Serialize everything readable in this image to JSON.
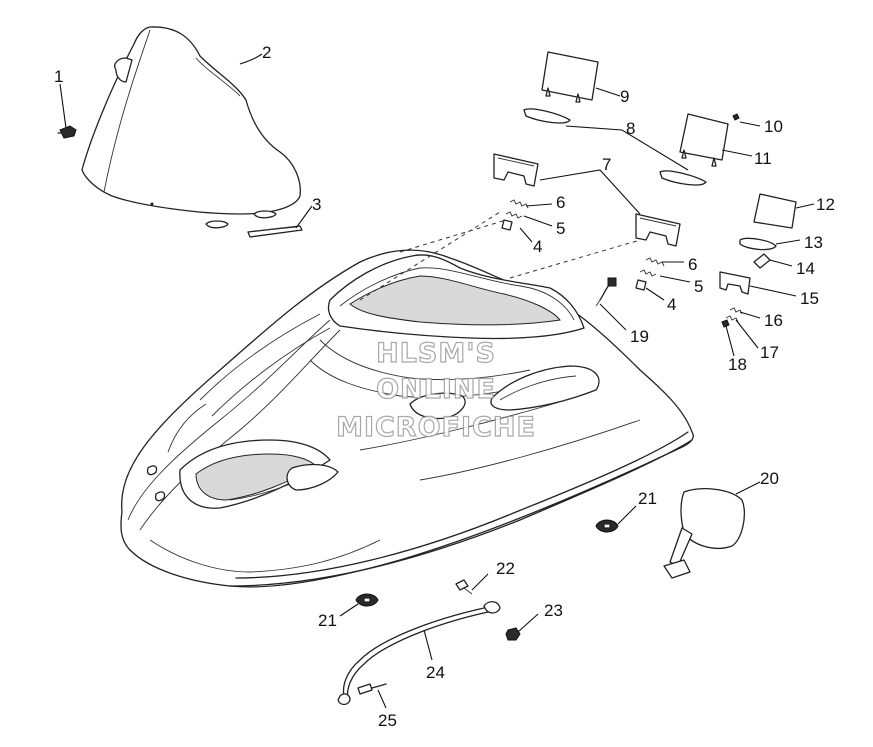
{
  "watermark": {
    "line1": "HLSM'S",
    "line2": "ONLINE",
    "line3": "MICROFICHE"
  },
  "callouts": [
    {
      "id": "c1",
      "text": "1"
    },
    {
      "id": "c2",
      "text": "2"
    },
    {
      "id": "c3",
      "text": "3"
    },
    {
      "id": "c4a",
      "text": "4"
    },
    {
      "id": "c4b",
      "text": "4"
    },
    {
      "id": "c5a",
      "text": "5"
    },
    {
      "id": "c5b",
      "text": "5"
    },
    {
      "id": "c6a",
      "text": "6"
    },
    {
      "id": "c6b",
      "text": "6"
    },
    {
      "id": "c7",
      "text": "7"
    },
    {
      "id": "c8",
      "text": "8"
    },
    {
      "id": "c9",
      "text": "9"
    },
    {
      "id": "c10",
      "text": "10"
    },
    {
      "id": "c11",
      "text": "11"
    },
    {
      "id": "c12",
      "text": "12"
    },
    {
      "id": "c13",
      "text": "13"
    },
    {
      "id": "c14",
      "text": "14"
    },
    {
      "id": "c15",
      "text": "15"
    },
    {
      "id": "c16",
      "text": "16"
    },
    {
      "id": "c17",
      "text": "17"
    },
    {
      "id": "c18",
      "text": "18"
    },
    {
      "id": "c19",
      "text": "19"
    },
    {
      "id": "c20",
      "text": "20"
    },
    {
      "id": "c21a",
      "text": "21"
    },
    {
      "id": "c21b",
      "text": "21"
    },
    {
      "id": "c22",
      "text": "22"
    },
    {
      "id": "c23",
      "text": "23"
    },
    {
      "id": "c24",
      "text": "24"
    },
    {
      "id": "c25",
      "text": "25"
    }
  ]
}
